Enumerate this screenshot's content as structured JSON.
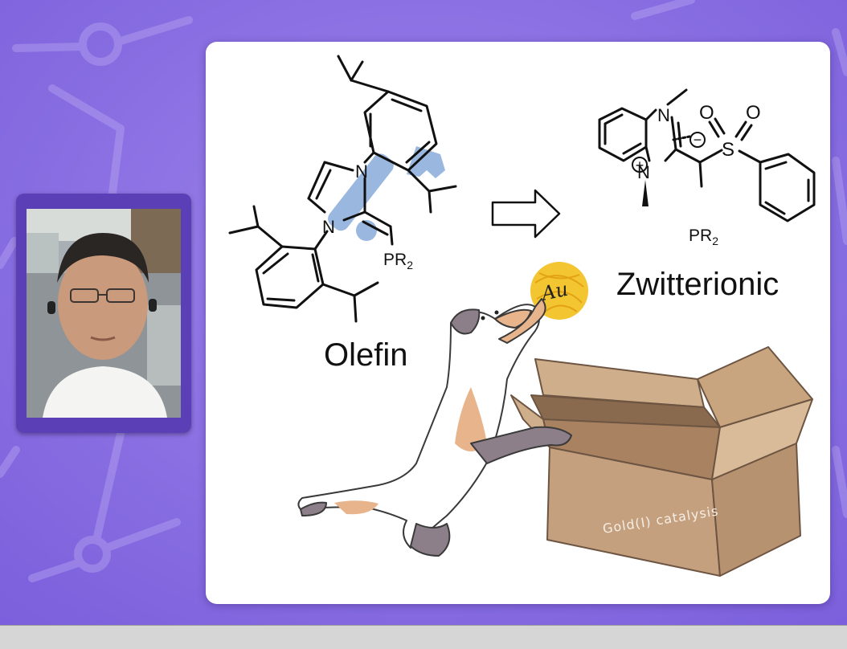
{
  "left_structure": {
    "label": "Olefin",
    "atoms": {
      "n_top": "N",
      "n_bottom": "N"
    },
    "substituent": "PR",
    "substituent_sub": "2"
  },
  "right_structure": {
    "label": "Zwitterionic",
    "atoms": {
      "n_top": "N",
      "n_bottom": "N",
      "sulfur": "S",
      "oxygen_left": "O",
      "oxygen_right": "O"
    },
    "charges": {
      "positive": "+",
      "negative": "−"
    },
    "substituent": "PR",
    "substituent_sub": "2"
  },
  "illustration": {
    "ball_text": "Au",
    "box_text": "Gold(I) catalysis"
  },
  "colors": {
    "background": "#8a6fe0",
    "photo_frame": "#5b3fb6",
    "wrench": "#8fb0dc",
    "gold": "#f2c531",
    "box": "#c4a07f"
  }
}
